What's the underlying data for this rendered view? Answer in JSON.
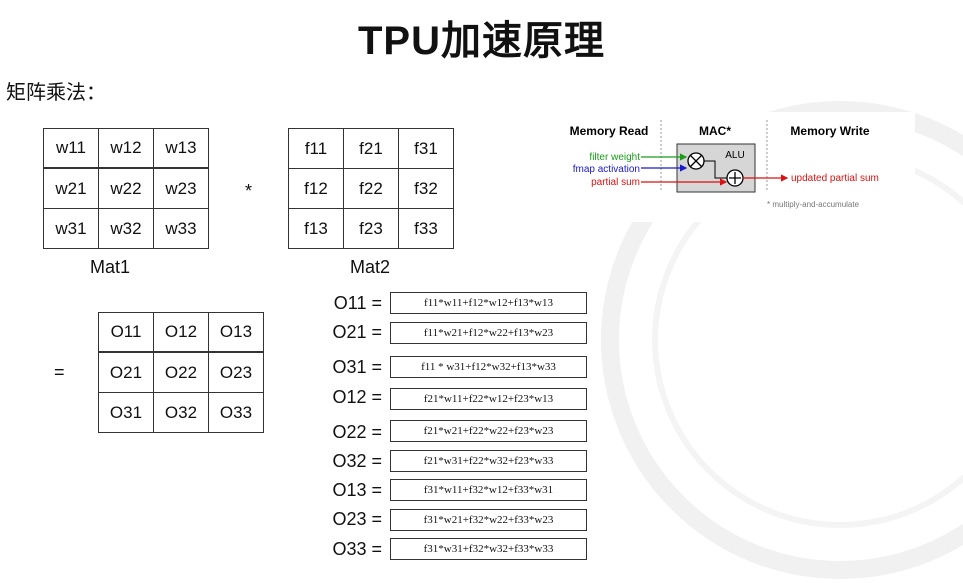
{
  "title": "TPU加速原理",
  "subtitle": "矩阵乘法：",
  "mat1": {
    "label": "Mat1",
    "cells": [
      "w11",
      "w12",
      "w13",
      "w21",
      "w22",
      "w23",
      "w31",
      "w32",
      "w33"
    ]
  },
  "operator_mul": "*",
  "mat2": {
    "label": "Mat2",
    "cells": [
      "f11",
      "f21",
      "f31",
      "f12",
      "f22",
      "f32",
      "f13",
      "f23",
      "f33"
    ]
  },
  "operator_eq": "=",
  "result": {
    "cells": [
      "O11",
      "O12",
      "O13",
      "O21",
      "O22",
      "O23",
      "O31",
      "O32",
      "O33"
    ]
  },
  "equations": [
    {
      "lhs": "O11 =",
      "rhs": "f11*w11+f12*w12+f13*w13"
    },
    {
      "lhs": "O21 =",
      "rhs": "f11*w21+f12*w22+f13*w23"
    },
    {
      "lhs": "O31 =",
      "rhs": "f11 * w31+f12*w32+f13*w33"
    },
    {
      "lhs": "O12 =",
      "rhs": "f21*w11+f22*w12+f23*w13"
    },
    {
      "lhs": "O22 =",
      "rhs": "f21*w21+f22*w22+f23*w23"
    },
    {
      "lhs": "O32 =",
      "rhs": "f21*w31+f22*w32+f23*w33"
    },
    {
      "lhs": "O13 =",
      "rhs": "f31*w11+f32*w12+f33*w31"
    },
    {
      "lhs": "O23 =",
      "rhs": "f31*w21+f32*w22+f33*w23"
    },
    {
      "lhs": "O33 =",
      "rhs": "f31*w31+f32*w32+f33*w33"
    }
  ],
  "mac_diagram": {
    "header_read": "Memory Read",
    "header_mac": "MAC*",
    "header_write": "Memory Write",
    "input_weight": "filter weight",
    "input_activation": "fmap activation",
    "input_partial": "partial sum",
    "alu_label": "ALU",
    "output_label": "updated partial sum",
    "footnote": "* multiply-and-accumulate",
    "colors": {
      "weight": "#1a9e1a",
      "activation": "#1a1acc",
      "partial": "#dd1111"
    }
  }
}
